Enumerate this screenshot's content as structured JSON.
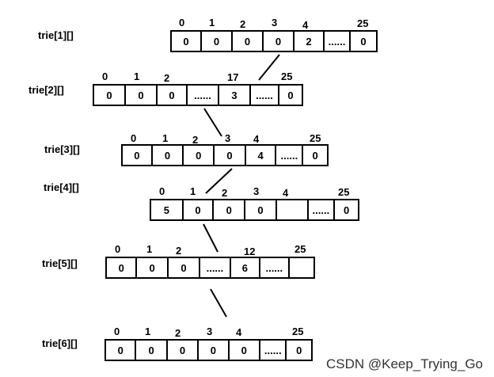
{
  "diagram": {
    "rows": [
      {
        "label": "trie[1][]",
        "indices": [
          "0",
          "1",
          "2",
          "3",
          "4",
          "25"
        ],
        "cells": [
          "0",
          "0",
          "0",
          "0",
          "2",
          "......",
          "0"
        ]
      },
      {
        "label": "trie[2][]",
        "indices": [
          "0",
          "1",
          "2",
          "17",
          "25"
        ],
        "cells": [
          "0",
          "0",
          "0",
          "......",
          "3",
          "......",
          "0"
        ]
      },
      {
        "label": "trie[3][]",
        "indices": [
          "0",
          "1",
          "2",
          "3",
          "4",
          "25"
        ],
        "cells": [
          "0",
          "0",
          "0",
          "0",
          "4",
          "......",
          "0"
        ]
      },
      {
        "label": "trie[4][]",
        "indices": [
          "0",
          "1",
          "2",
          "3",
          "4",
          "25"
        ],
        "cells": [
          "5",
          "0",
          "0",
          "0",
          "",
          "......",
          "0"
        ]
      },
      {
        "label": "trie[5][]",
        "indices": [
          "0",
          "1",
          "2",
          "12",
          "25"
        ],
        "cells": [
          "0",
          "0",
          "0",
          "......",
          "6",
          "......",
          ""
        ]
      },
      {
        "label": "trie[6][]",
        "indices": [
          "0",
          "1",
          "2",
          "3",
          "4",
          "25"
        ],
        "cells": [
          "0",
          "0",
          "0",
          "0",
          "0",
          "......",
          "0"
        ]
      }
    ]
  },
  "watermark": "CSDN @Keep_Trying_Go"
}
